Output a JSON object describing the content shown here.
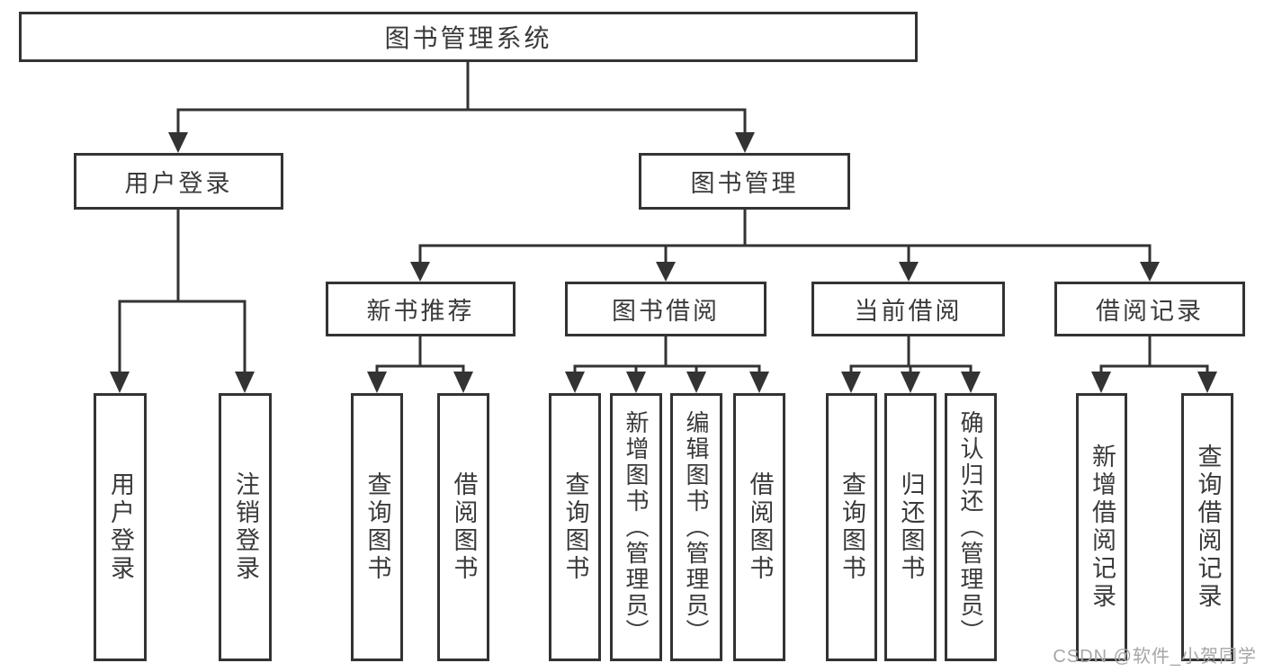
{
  "colors": {
    "line": "#333333",
    "box_border": "#333333",
    "text": "#3a3a3a",
    "watermark": "#a6a6a6",
    "background": "#ffffff"
  },
  "tree": {
    "root": {
      "label": "图书管理系统",
      "children": [
        {
          "label": "用户登录",
          "children": [
            {
              "label": "用户登录"
            },
            {
              "label": "注销登录"
            }
          ]
        },
        {
          "label": "图书管理",
          "children": [
            {
              "label": "新书推荐",
              "children": [
                {
                  "label": "查询图书"
                },
                {
                  "label": "借阅图书"
                }
              ]
            },
            {
              "label": "图书借阅",
              "children": [
                {
                  "label": "查询图书"
                },
                {
                  "label": "新增图书（管理员）"
                },
                {
                  "label": "编辑图书（管理员）"
                },
                {
                  "label": "借阅图书"
                }
              ]
            },
            {
              "label": "当前借阅",
              "children": [
                {
                  "label": "查询图书"
                },
                {
                  "label": "归还图书"
                },
                {
                  "label": "确认归还（管理员）"
                }
              ]
            },
            {
              "label": "借阅记录",
              "children": [
                {
                  "label": "新增借阅记录"
                },
                {
                  "label": "查询借阅记录"
                }
              ]
            }
          ]
        }
      ]
    }
  },
  "watermark": {
    "text": "CSDN @软件_小贺同学"
  }
}
